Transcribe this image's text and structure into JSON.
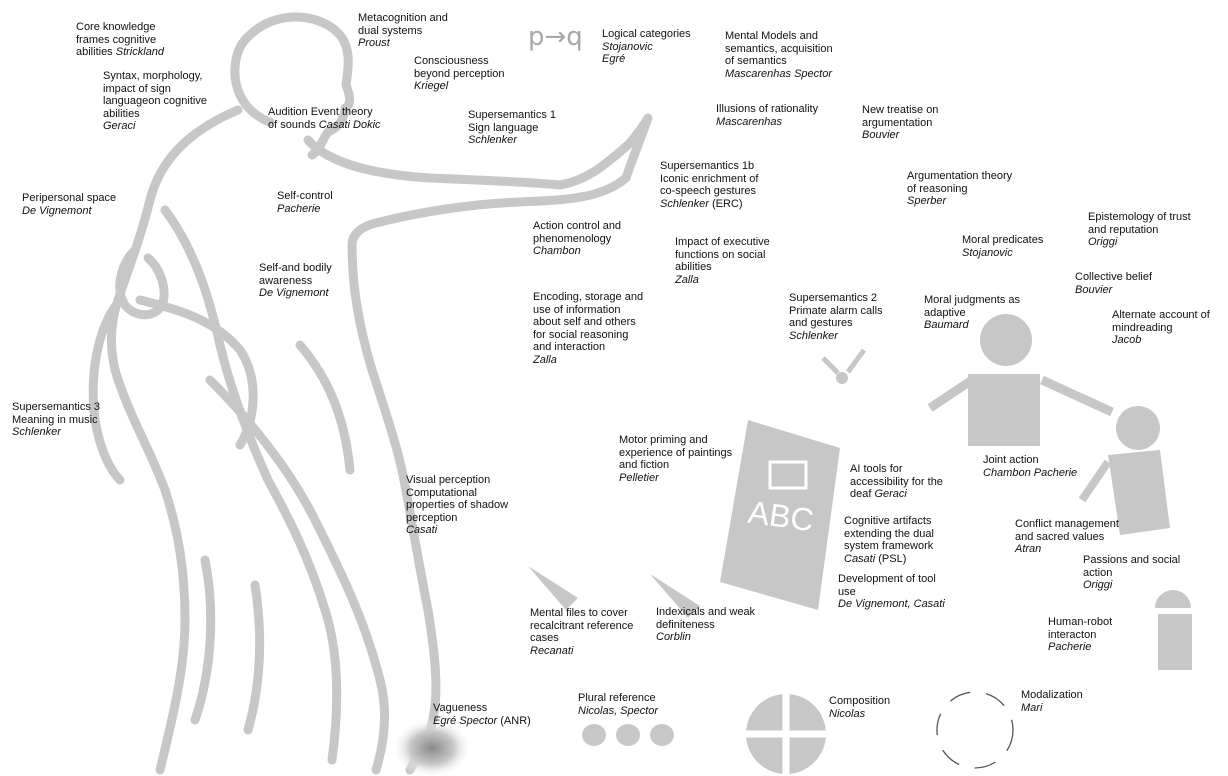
{
  "colors": {
    "figure_gray": "#c7c7c7",
    "text": "#111111"
  },
  "symbols": {
    "implication": "p→q",
    "abc": "ABC"
  },
  "nodes": {
    "core_knowledge": {
      "title": "Core knowledge\nframes cognitive\nabilities ",
      "author": "Strickland"
    },
    "syntax": {
      "title": "Syntax, morphology,\nimpact of sign\nlanguageon  cognitive\nabilities",
      "author": "Geraci"
    },
    "metacognition": {
      "title": "Metacognition and\ndual  systems",
      "author": "Proust"
    },
    "consciousness": {
      "title": "Consciousness\nbeyond  perception",
      "author": "Kriegel"
    },
    "logical_categories": {
      "title": "Logical categories",
      "author": "Stojanovic\nEgré"
    },
    "mental_models": {
      "title": "Mental Models and\nsemantics, acquisition\nof semantics",
      "author": "Mascarenhas  Spector"
    },
    "audition": {
      "title": "Audition Event theory\nof sounds ",
      "author": "Casati Dokic"
    },
    "supersemantics1": {
      "title": "Supersemantics  1\nSign language",
      "author": "Schlenker"
    },
    "illusions": {
      "title": "Illusions of rationality",
      "author": "Mascarenhas"
    },
    "new_treatise": {
      "title": "New treatise on\nargumentation",
      "author": "Bouvier"
    },
    "supersemantics1b": {
      "title": "Supersemantics 1b\nIconic enrichment of\nco-speech gestures",
      "author": "Schlenker",
      "suffix": " (ERC)"
    },
    "argumentation": {
      "title": "Argumentation   theory\nof reasoning",
      "author": "Sperber"
    },
    "peripersonal": {
      "title": "Peripersonal space",
      "author": "De  Vignemont"
    },
    "self_control": {
      "title": "Self-control",
      "author": "Pacherie"
    },
    "epistemology": {
      "title": "Epistemology of trust\nand  reputation",
      "author": "Origgi"
    },
    "action_control": {
      "title": "Action control and\nphenomenology",
      "author": "Chambon"
    },
    "executive": {
      "title": "Impact of executive\nfunctions on social\nabilities",
      "author": "Zalla"
    },
    "moral_predicates": {
      "title": "Moral predicates",
      "author": "Stojanovic"
    },
    "self_bodily": {
      "title": "Self-and bodily\nawareness",
      "author": "De  Vignemont"
    },
    "collective_belief": {
      "title": "Collective belief",
      "author": "Bouvier"
    },
    "encoding": {
      "title": "Encoding, storage and\nuse of information\nabout self and others\nfor social reasoning\nand  interaction",
      "author": "Zalla"
    },
    "supersemantics2": {
      "title": "Supersemantics 2\nPrimate alarm calls\nand  gestures",
      "author": "Schlenker"
    },
    "moral_judgments": {
      "title": "Moral judgments as\nadaptive",
      "author": "Baumard"
    },
    "alternate": {
      "title": "Alternate account of\nmindreading",
      "author": "Jacob"
    },
    "supersemantics3": {
      "title": "Supersemantics 3\nMeaning in music",
      "author": "Schlenker"
    },
    "motor_priming": {
      "title": "Motor priming and\nexperience of paintings\nand  fiction",
      "author": "Pelletier"
    },
    "ai_tools": {
      "title": "AI tools for\naccessibility for the\ndeaf ",
      "author": "Geraci"
    },
    "joint_action": {
      "title": "Joint  action",
      "author": "Chambon  Pacherie"
    },
    "visual": {
      "title": "Visual perception\nComputational\nproperties of shadow\nperception",
      "author": "Casati"
    },
    "cognitive_artifacts": {
      "title": "Cognitive artifacts\nextending the dual\nsystem framework",
      "author": "Casati",
      "suffix": "  (PSL)"
    },
    "conflict": {
      "title": "Conflict  management\nand sacred values",
      "author": "Atran"
    },
    "passions": {
      "title": "Passions and social\naction",
      "author": "Origgi"
    },
    "tool_use": {
      "title": "Development of tool\nuse",
      "author": "De Vignemont, Casati"
    },
    "mental_files": {
      "title": "Mental files to cover\nrecalcitrant reference\ncases",
      "author": "Recanati"
    },
    "indexicals": {
      "title": "Indexicals and weak\ndefiniteness",
      "author": "Corblin"
    },
    "human_robot": {
      "title": "Human-robot\ninteracton",
      "author": "Pacherie"
    },
    "vagueness": {
      "title": "Vagueness",
      "author": "Egré  Spector",
      "suffix": " (ANR)"
    },
    "plural": {
      "title": "Plural  reference",
      "author": "Nicolas,  Spector"
    },
    "composition": {
      "title": "Composition",
      "author": "Nicolas"
    },
    "modalization": {
      "title": "Modalization",
      "author": "Mari"
    }
  }
}
